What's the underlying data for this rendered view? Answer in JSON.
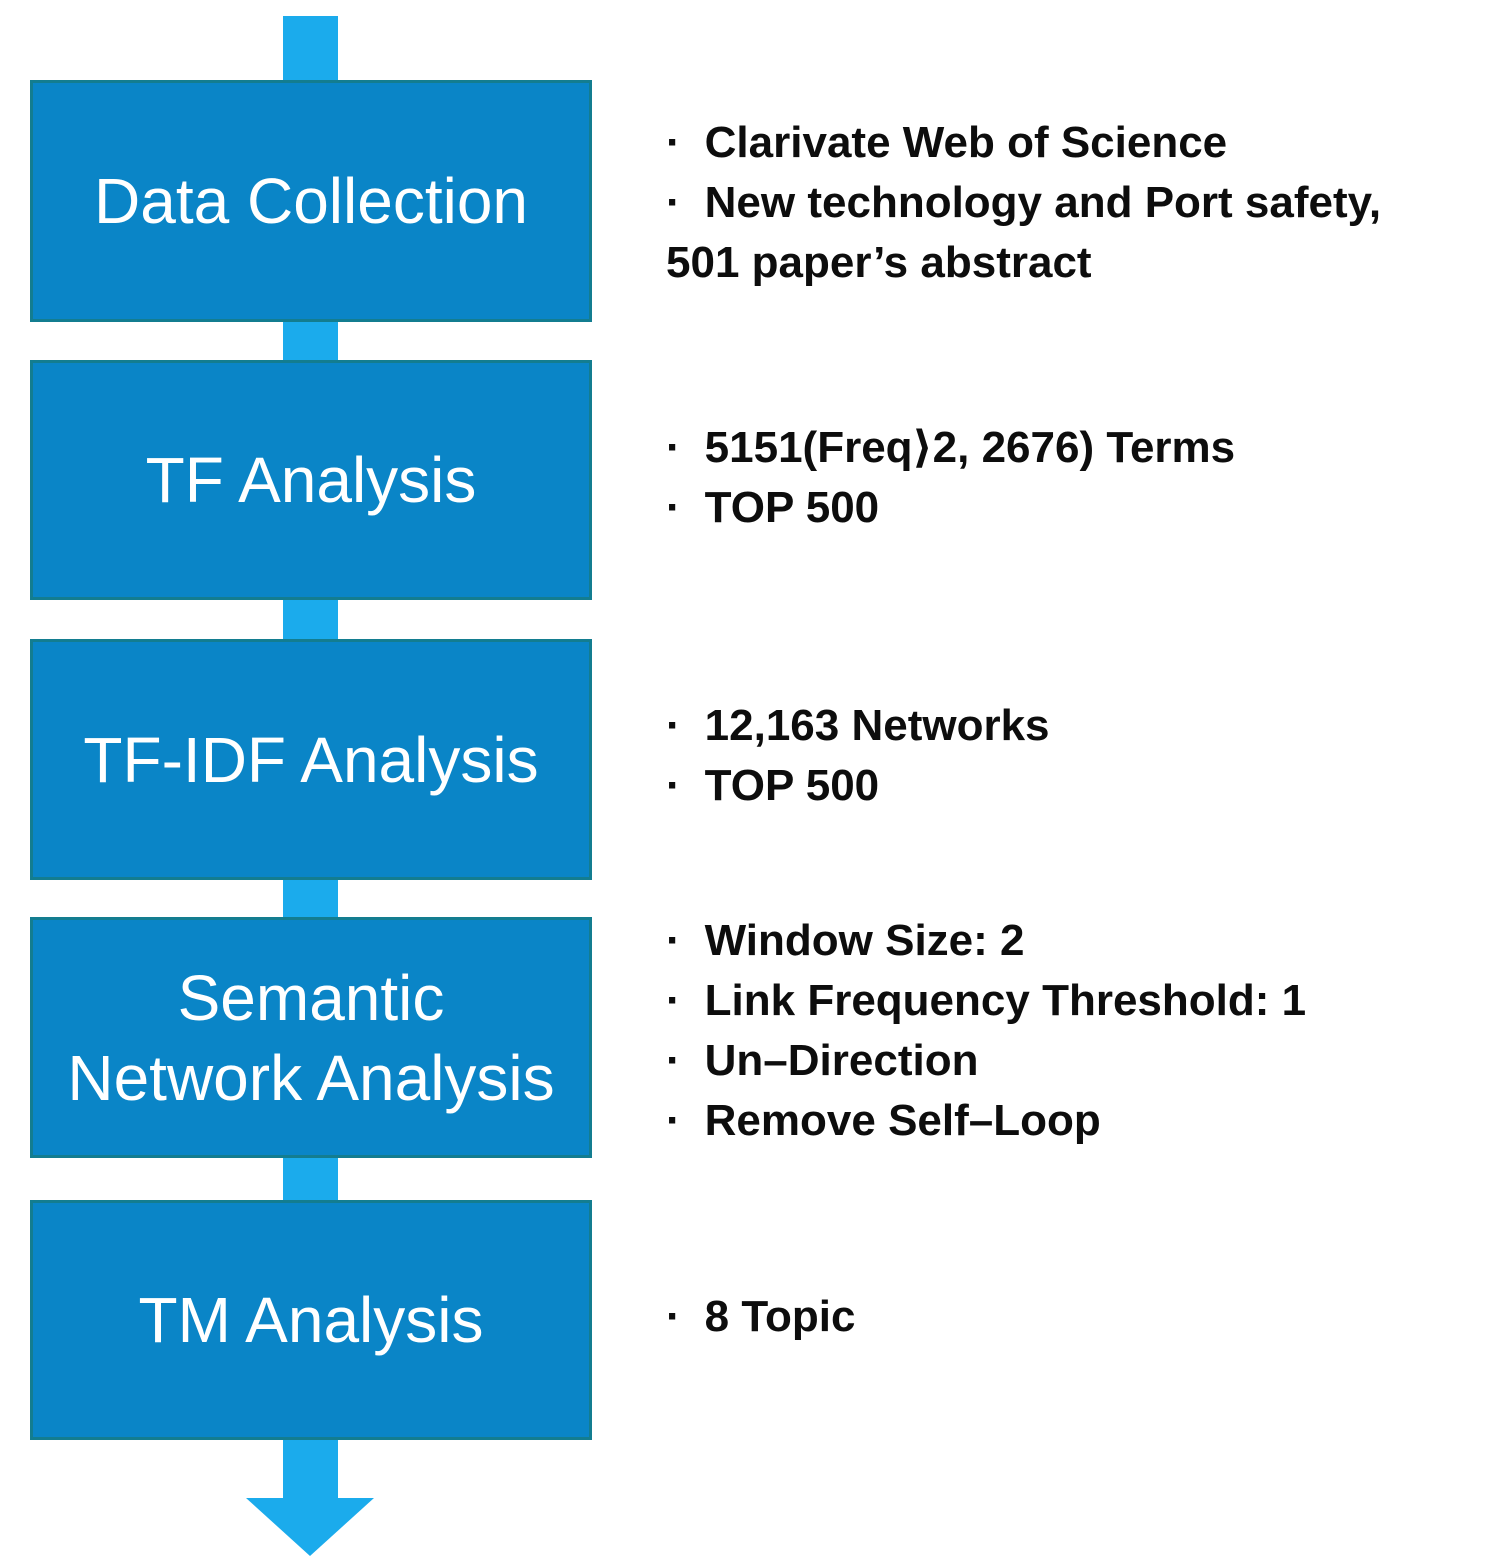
{
  "figure": {
    "bullet_char": "·",
    "colors": {
      "background": "#ffffff",
      "box_fill": "#0a85c7",
      "box_border": "#137d90",
      "box_text": "#ffffff",
      "arrow": "#1babec",
      "note_text": "#0d0d0d"
    },
    "steps": [
      {
        "label": "Data Collection",
        "label_lines": [
          "Data Collection"
        ],
        "notes": [
          {
            "bullet": "·",
            "text": "Clarivate Web of Science"
          },
          {
            "bullet": "·",
            "text": "New technology and Port safety,"
          },
          {
            "bullet": "",
            "text": "501 paper’s abstract"
          }
        ]
      },
      {
        "label": "TF Analysis",
        "label_lines": [
          "TF Analysis"
        ],
        "notes": [
          {
            "bullet": "·",
            "text": "5151(Freq⟩2, 2676) Terms"
          },
          {
            "bullet": "·",
            "text": "TOP 500"
          }
        ]
      },
      {
        "label": "TF-IDF Analysis",
        "label_lines": [
          "TF-IDF Analysis"
        ],
        "notes": [
          {
            "bullet": "·",
            "text": "12,163 Networks"
          },
          {
            "bullet": "·",
            "text": "TOP 500"
          }
        ]
      },
      {
        "label": "Semantic Network Analysis",
        "label_lines": [
          "Semantic",
          "Network Analysis"
        ],
        "notes": [
          {
            "bullet": "·",
            "text": "Window Size: 2"
          },
          {
            "bullet": "·",
            "text": "Link Frequency Threshold: 1"
          },
          {
            "bullet": "·",
            "text": "Un–Direction"
          },
          {
            "bullet": "·",
            "text": "Remove Self–Loop"
          }
        ]
      },
      {
        "label": "TM Analysis",
        "label_lines": [
          "TM Analysis"
        ],
        "notes": [
          {
            "bullet": "·",
            "text": "8 Topic"
          }
        ]
      }
    ]
  }
}
